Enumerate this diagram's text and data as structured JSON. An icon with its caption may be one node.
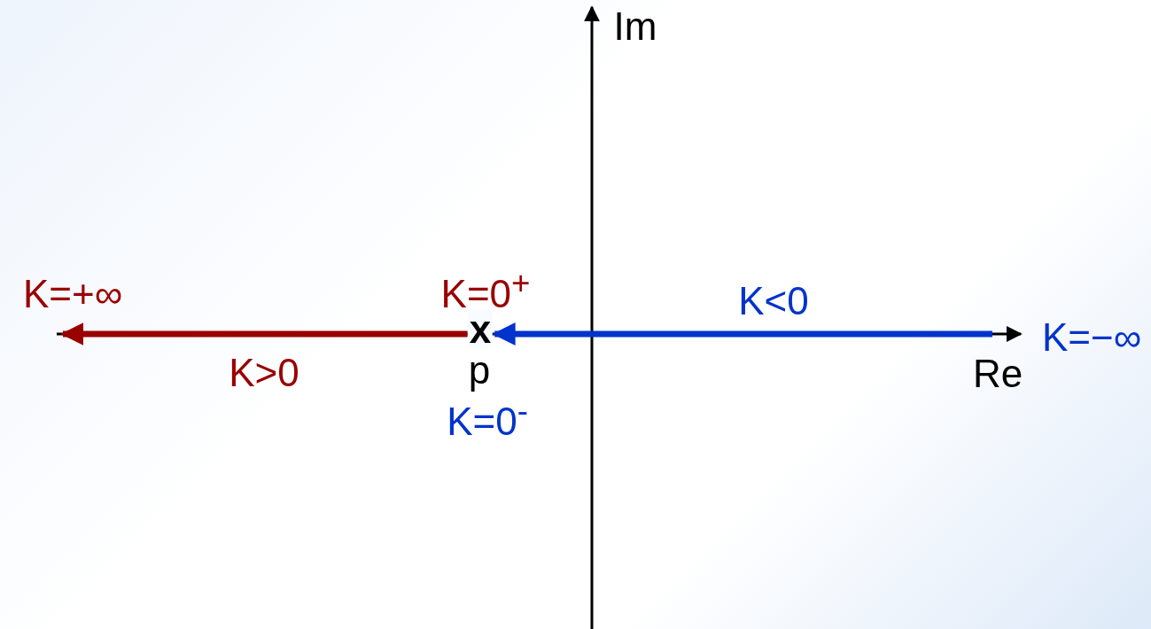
{
  "diagram": {
    "nodes": [
      {
        "text": [
          "K=+∞"
        ]
      },
      {
        "text": [
          "x"
        ],
        "beside": [
          "p"
        ]
      }
    ],
    "edges": [
      {
        "from": 1,
        "to": 0,
        "arrow": "to",
        "label": "K>0",
        "color": "#990000"
      },
      {
        "from": null,
        "to": 1,
        "arrow": "to",
        "label": "K<0",
        "color": "#0033cc"
      }
    ],
    "labels": [
      "Im",
      "K=0$^{+}$",
      "K=0$^{-}$",
      "K=−∞",
      "Re"
    ]
  }
}
